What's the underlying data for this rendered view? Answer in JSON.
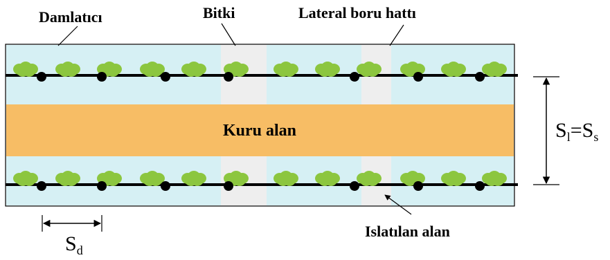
{
  "labels": {
    "emitter": "Damlatıcı",
    "plant": "Bitki",
    "lateral": "Lateral boru hattı",
    "dry_area": "Kuru alan",
    "wetted_area": "Islatılan alan",
    "spacing_lateral_main": "S",
    "spacing_lateral_sub_l": "l",
    "spacing_lateral_eq": "=S",
    "spacing_lateral_sub_s": "s",
    "spacing_emitter_main": "S",
    "spacing_emitter_sub": "d"
  },
  "colors": {
    "wetted": "#d6f0f4",
    "gap": "#eeeeee",
    "dry": "#f7bd65",
    "plant": "#8cc63f",
    "pipe": "#000000"
  }
}
